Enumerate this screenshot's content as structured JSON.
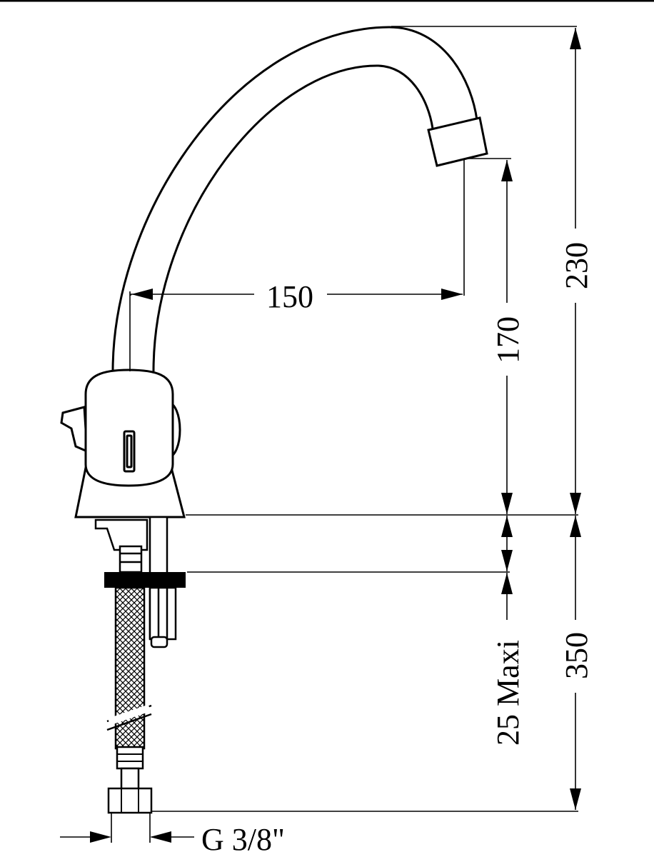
{
  "colors": {
    "line": "#000000",
    "background": "#ffffff"
  },
  "dimensions": {
    "spout_reach": "150",
    "spout_height": "170",
    "total_height": "230",
    "hose_length": "350",
    "max_deck_thickness": "25 Maxi",
    "thread_size": "G 3/8\""
  }
}
